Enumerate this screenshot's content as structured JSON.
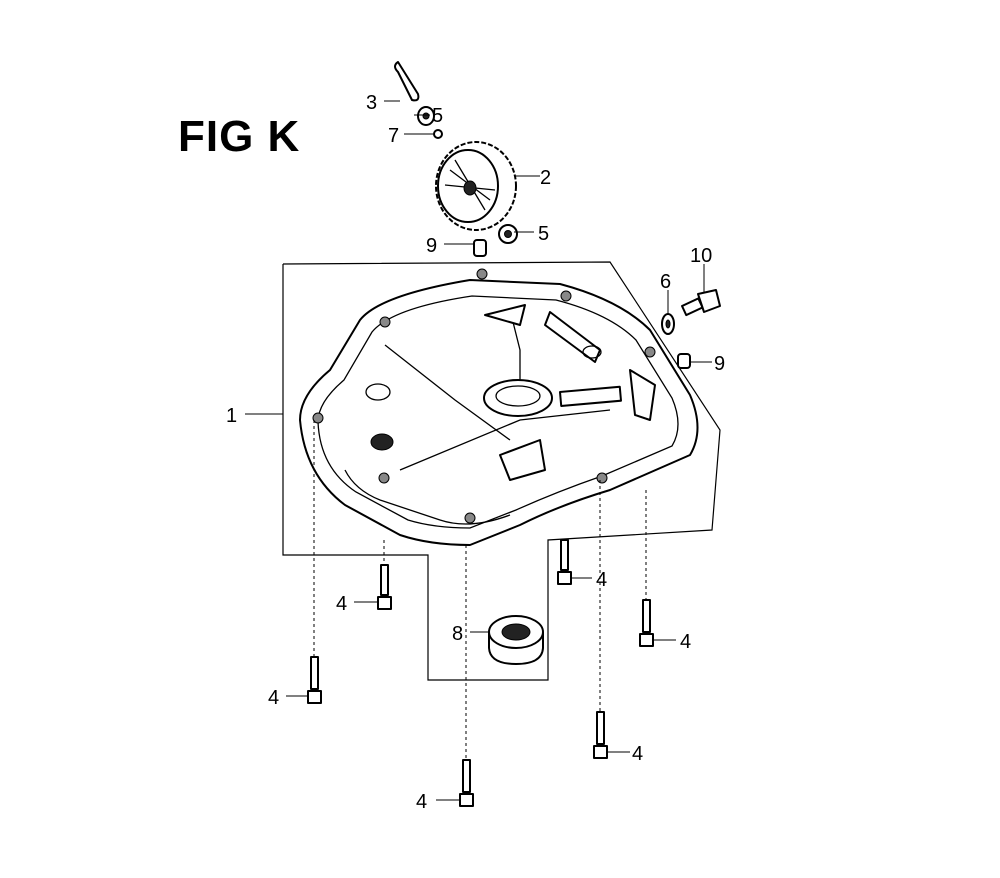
{
  "figure": {
    "title": "FIG K"
  },
  "callouts": {
    "c1": "1",
    "c2": "2",
    "c3": "3",
    "c4a": "4",
    "c4b": "4",
    "c4c": "4",
    "c4d": "4",
    "c4e": "4",
    "c4f": "4",
    "c5a": "5",
    "c5b": "5",
    "c6": "6",
    "c7": "7",
    "c8": "8",
    "c9a": "9",
    "c9b": "9",
    "c10": "10"
  }
}
